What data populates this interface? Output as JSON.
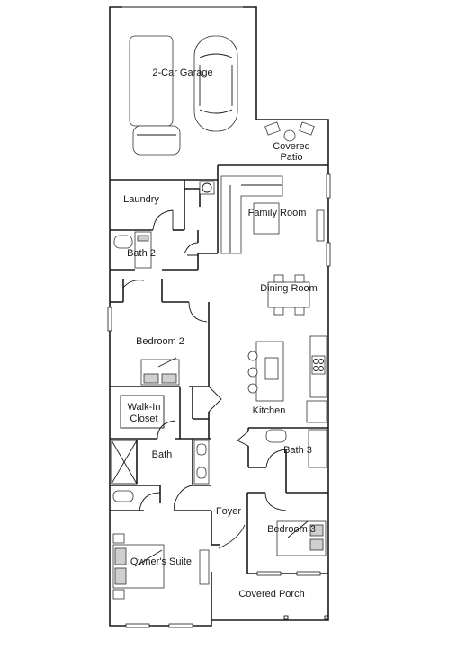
{
  "rooms": {
    "garage": "2-Car Garage",
    "covered_patio_1": "Covered",
    "covered_patio_2": "Patio",
    "laundry": "Laundry",
    "family_room": "Family Room",
    "bath_2": "Bath 2",
    "dining_room": "Dining Room",
    "bedroom_2": "Bedroom 2",
    "walk_in_closet_1": "Walk-In",
    "walk_in_closet_2": "Closet",
    "kitchen": "Kitchen",
    "bath_3": "Bath 3",
    "bath": "Bath",
    "foyer": "Foyer",
    "bedroom_3": "Bedroom 3",
    "owners_suite": "Owner's Suite",
    "covered_porch": "Covered Porch"
  }
}
